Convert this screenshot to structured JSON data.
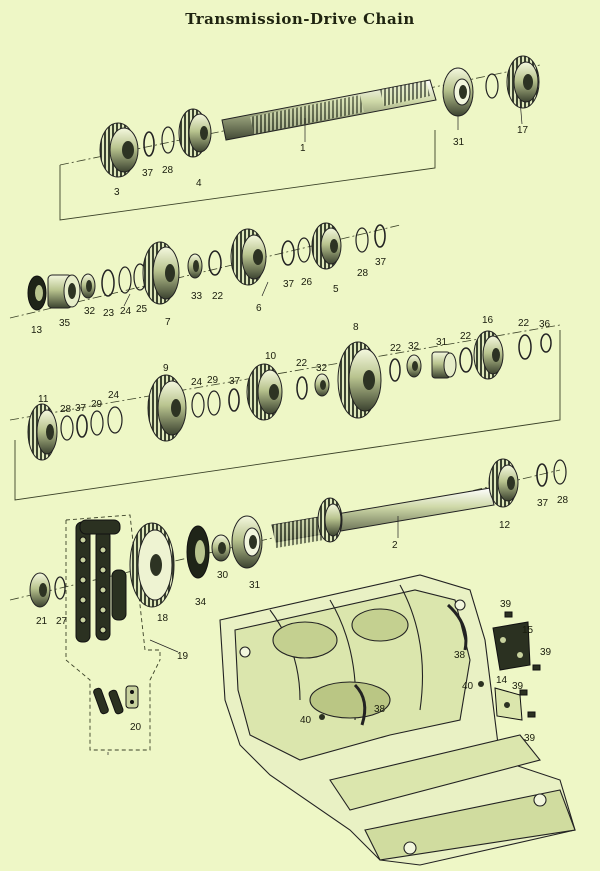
{
  "page": {
    "title": "Transmission-Drive Chain",
    "palette": {
      "background": "#eef7c6",
      "ink": "#1a1d0e",
      "metal_light": "#d9e4b6",
      "metal_mid": "#8e9a6c",
      "metal_dark": "#2c3222"
    }
  },
  "callouts": {
    "c1": "1",
    "c2": "2",
    "c3": "3",
    "c4": "4",
    "c5": "5",
    "c6": "6",
    "c7": "7",
    "c8": "8",
    "c9": "9",
    "c10": "10",
    "c11": "11",
    "c12": "12",
    "c13": "13",
    "c14": "14",
    "c15": "15",
    "c16": "16",
    "c17": "17",
    "c18": "18",
    "c19": "19",
    "c20": "20",
    "c21": "21",
    "c22a": "22",
    "c22b": "22",
    "c22c": "22",
    "c22d": "22",
    "c22e": "22",
    "c23": "23",
    "c24a": "24",
    "c24b": "24",
    "c24c": "24",
    "c25": "25",
    "c26": "26",
    "c27": "27",
    "c28a": "28",
    "c28b": "28",
    "c28c": "28",
    "c28d": "28",
    "c29a": "29",
    "c29b": "29",
    "c30": "30",
    "c31a": "31",
    "c31b": "31",
    "c31c": "31",
    "c32a": "32",
    "c32b": "32",
    "c32c": "32",
    "c33": "33",
    "c34": "34",
    "c35": "35",
    "c36": "36",
    "c37a": "37",
    "c37b": "37",
    "c37c": "37",
    "c37d": "37",
    "c37e": "37",
    "c37f": "37",
    "c38a": "38",
    "c38b": "38",
    "c39a": "39",
    "c39b": "39",
    "c39c": "39",
    "c39d": "39",
    "c40a": "40",
    "c40b": "40"
  }
}
